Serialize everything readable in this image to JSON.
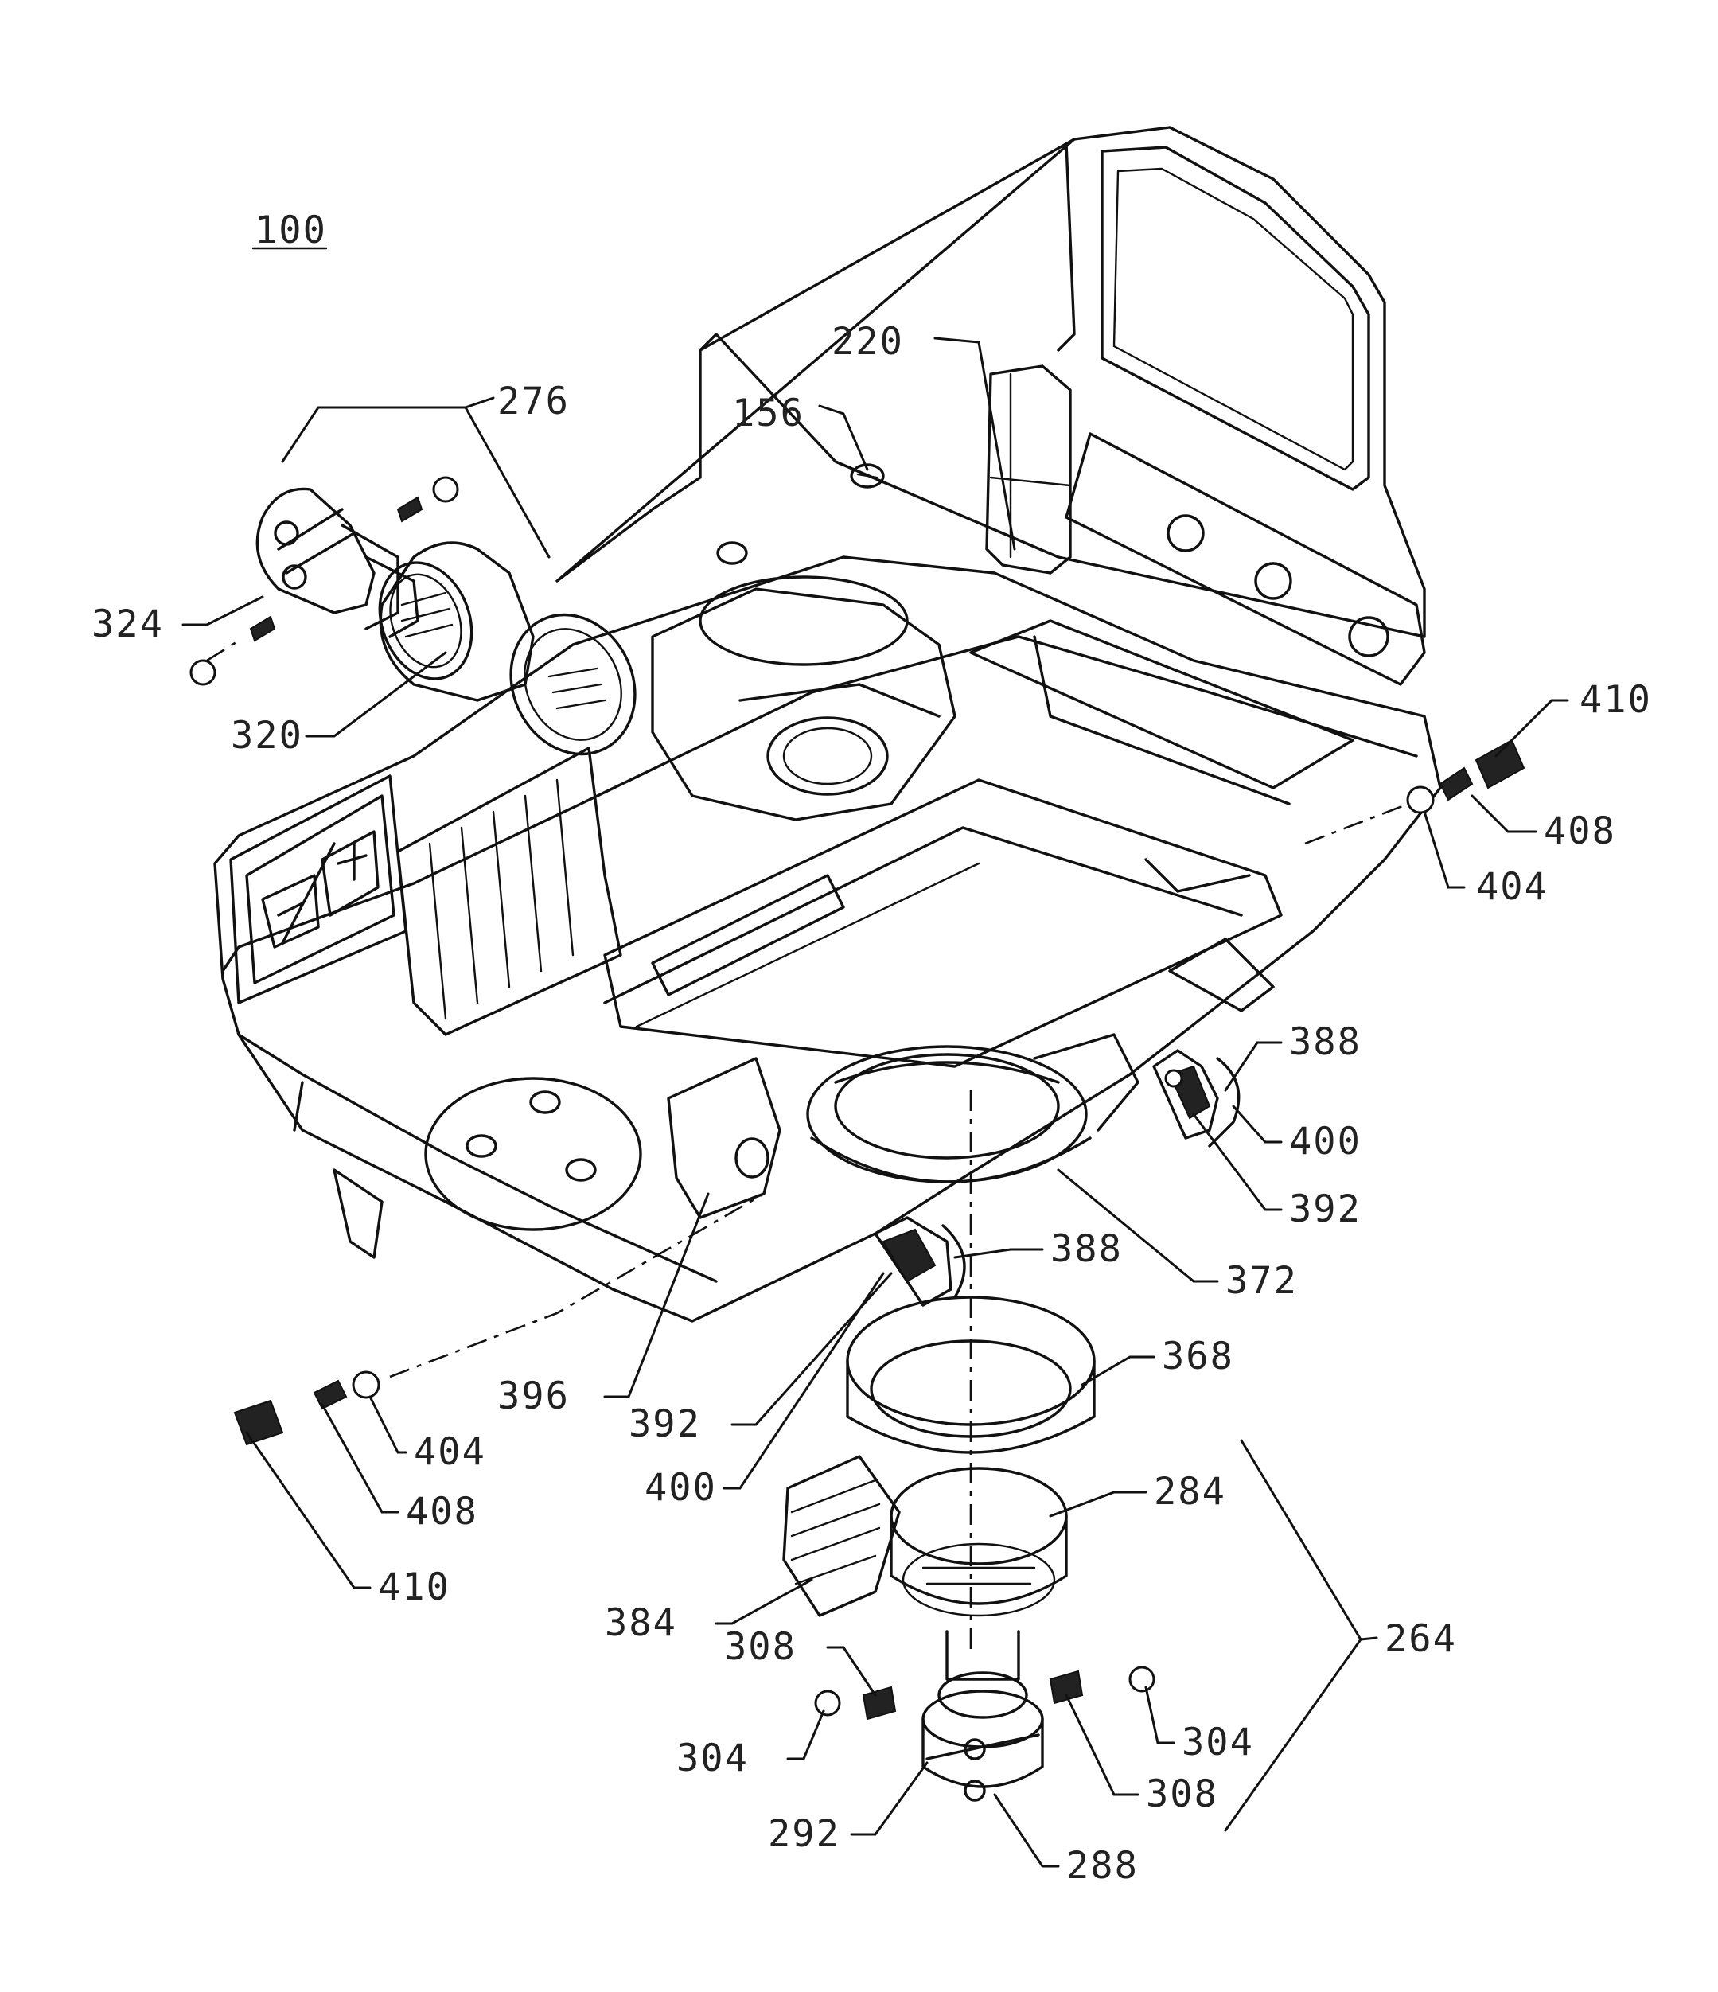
{
  "figure": {
    "reference_label": "100",
    "labels": {
      "l_276": "276",
      "l_220": "220",
      "l_156": "156",
      "l_324": "324",
      "l_320": "320",
      "l_410a": "410",
      "l_408a": "408",
      "l_404a": "404",
      "l_388a": "388",
      "l_400a": "400",
      "l_392a": "392",
      "l_388b": "388",
      "l_372": "372",
      "l_368": "368",
      "l_396": "396",
      "l_392b": "392",
      "l_404b": "404",
      "l_408b": "408",
      "l_400b": "400",
      "l_410b": "410",
      "l_284": "284",
      "l_384": "384",
      "l_264": "264",
      "l_308a": "308",
      "l_304a": "304",
      "l_304b": "304",
      "l_308b": "308",
      "l_292": "292",
      "l_288": "288"
    }
  }
}
